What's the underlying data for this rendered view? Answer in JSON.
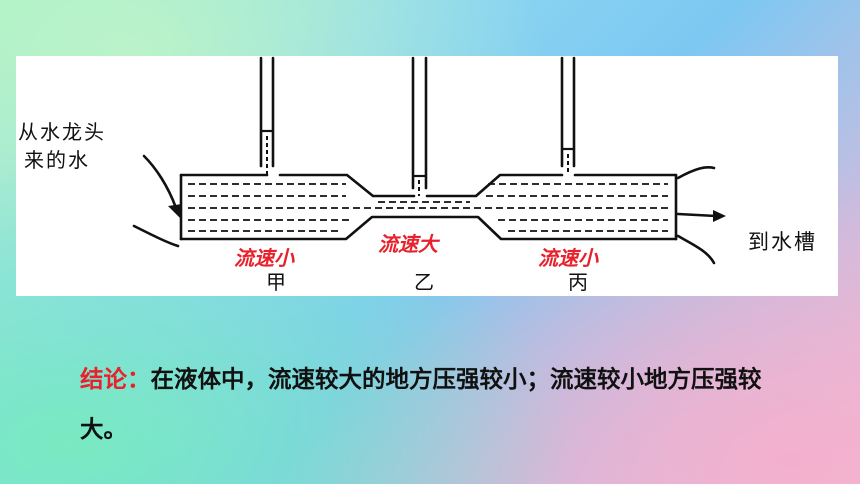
{
  "diagram": {
    "source_label_line1": "从水龙头",
    "source_label_line2": "来的水",
    "destination_label": "到水槽",
    "speed_small_left": "流速小",
    "speed_large_middle": "流速大",
    "speed_small_right": "流速小",
    "position_jia": "甲",
    "position_yi": "乙",
    "position_bing": "丙"
  },
  "conclusion": {
    "label": "结论：",
    "text": "在液体中，流速较大的地方压强较小；流速较小地方压强较大。"
  },
  "colors": {
    "accent_red": "#e8222c",
    "ink": "#111111"
  }
}
